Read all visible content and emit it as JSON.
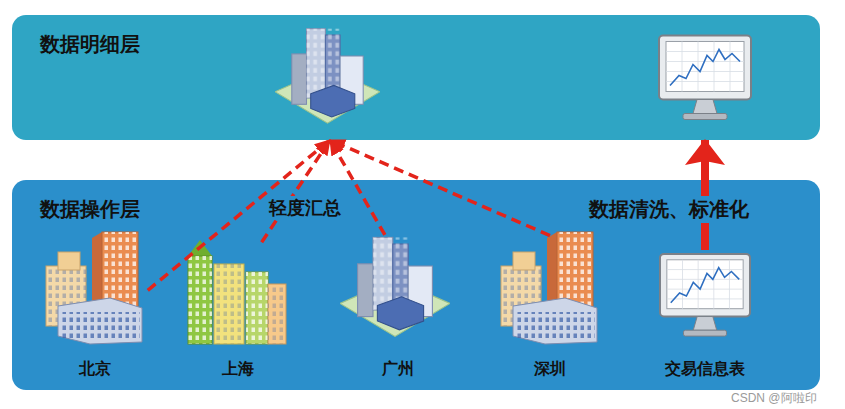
{
  "diagram": {
    "nodes": [
      {
        "text": [
          "数据明细层"
        ]
      },
      {
        "text": [
          "数据操作层"
        ]
      },
      {
        "text": [
          "北京"
        ],
        "in": 1
      },
      {
        "text": [
          "上海"
        ],
        "in": 1
      },
      {
        "text": [
          "广州"
        ],
        "in": 1
      },
      {
        "text": [
          "深圳"
        ],
        "in": 1
      },
      {
        "text": [
          "交易信息表"
        ],
        "in": 1
      }
    ],
    "edges": [
      {
        "from": 2,
        "to": 0,
        "arrow": "to"
      },
      {
        "from": 3,
        "to": 0,
        "arrow": "to"
      },
      {
        "from": 4,
        "to": 0,
        "arrow": "to"
      },
      {
        "from": 5,
        "to": 0,
        "arrow": "to"
      },
      {
        "from": 6,
        "to": 0,
        "arrow": "to"
      }
    ],
    "labels": [
      "轻度汇总",
      "数据清洗、标准化",
      "CSDN @阿啦印"
    ]
  }
}
